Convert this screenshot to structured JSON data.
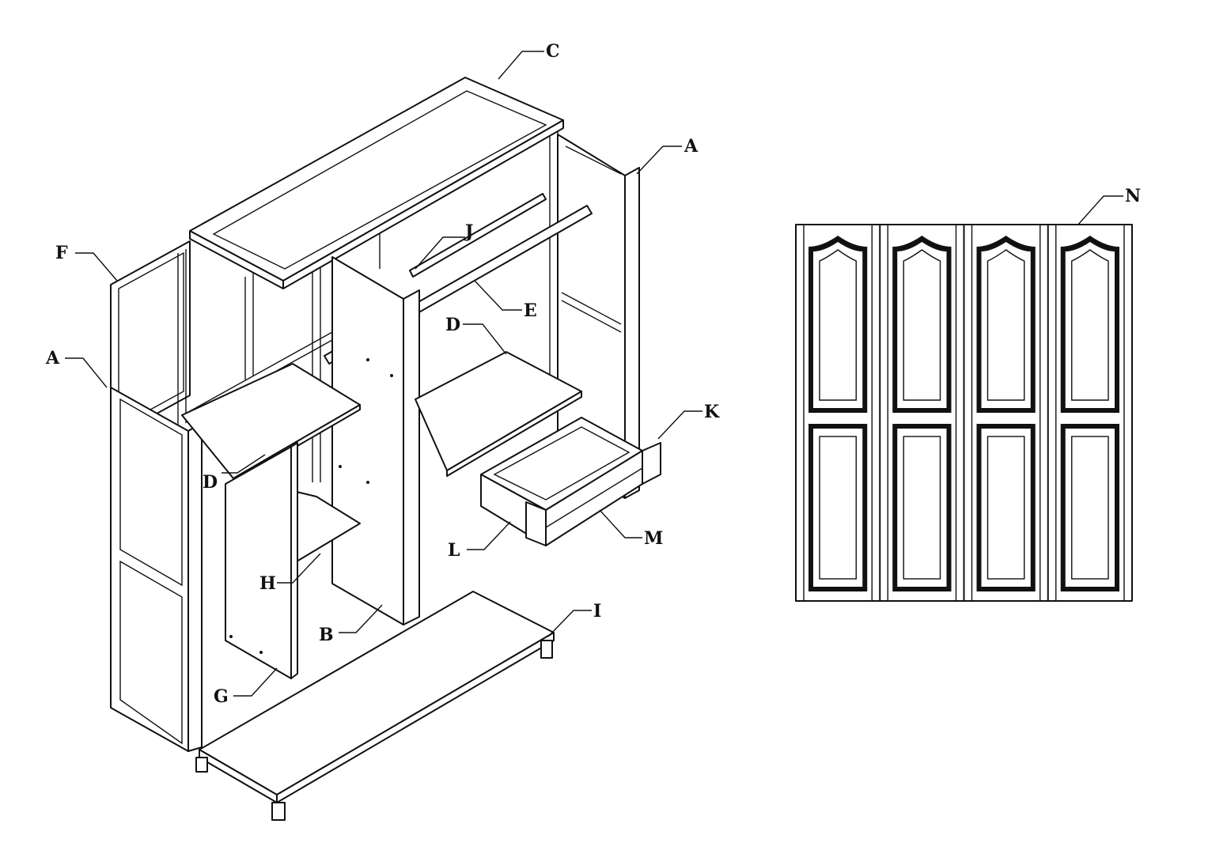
{
  "diagram": {
    "labels": {
      "C": "C",
      "A_right": "A",
      "F": "F",
      "J": "J",
      "E": "E",
      "D_right": "D",
      "A_left": "A",
      "K": "K",
      "D_left": "D",
      "H": "H",
      "L": "L",
      "M": "M",
      "B": "B",
      "I": "I",
      "G": "G",
      "N": "N"
    },
    "door_count": 4
  }
}
